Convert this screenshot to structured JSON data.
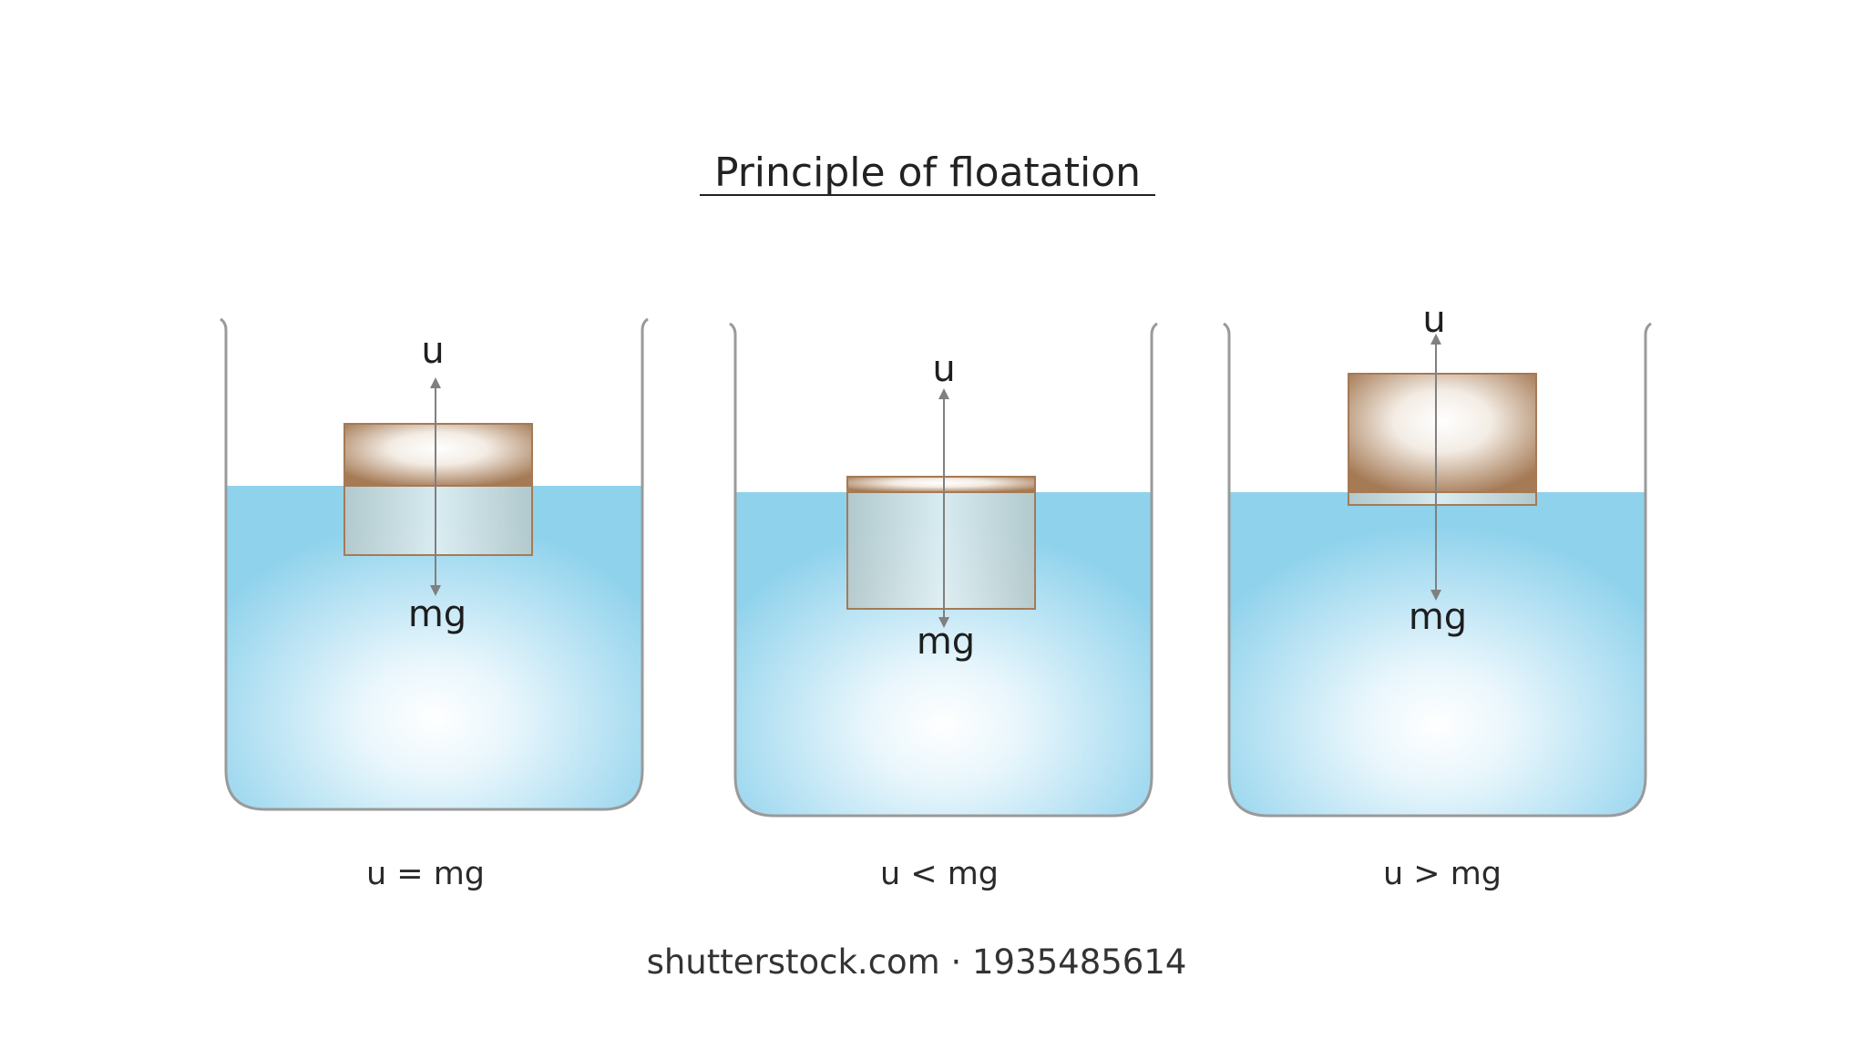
{
  "title": "Principle of floatation",
  "force_up_label": "u",
  "force_down_label": "mg",
  "beakers": [
    {
      "condition": "u = mg"
    },
    {
      "condition": "u < mg"
    },
    {
      "condition": "u > mg"
    }
  ],
  "credit": "shutterstock.com · 1935485614",
  "colors": {
    "water": "#8fd2ec",
    "water_highlight": "#ffffff",
    "beaker_outline": "#9a9a9a",
    "block": "#a57a55",
    "arrow": "#808080"
  }
}
